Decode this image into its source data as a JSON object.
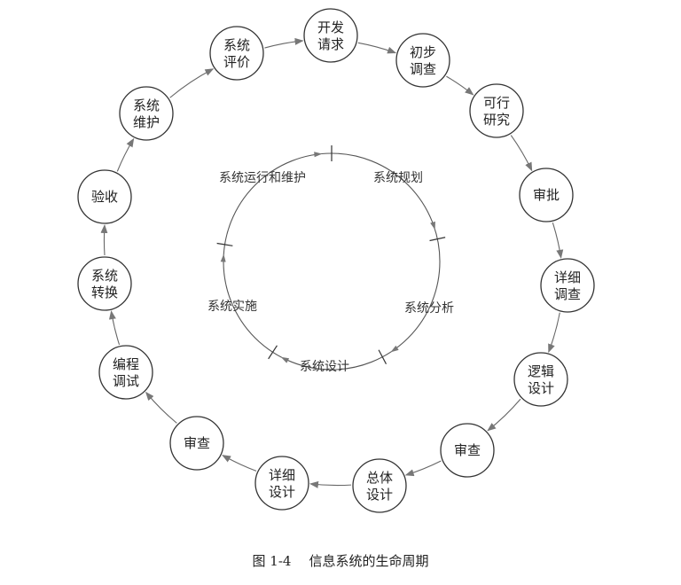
{
  "outer_cycle": [
    [
      "开发",
      "请求"
    ],
    [
      "初步",
      "调查"
    ],
    [
      "可行",
      "研究"
    ],
    [
      "审批"
    ],
    [
      "详细",
      "调查"
    ],
    [
      "逻辑",
      "设计"
    ],
    [
      "审查"
    ],
    [
      "总体",
      "设计"
    ],
    [
      "详细",
      "设计"
    ],
    [
      "审查"
    ],
    [
      "编程",
      "调试"
    ],
    [
      "系统",
      "转换"
    ],
    [
      "验收"
    ],
    [
      "系统",
      "维护"
    ],
    [
      "系统",
      "评价"
    ]
  ],
  "inner_cycle": {
    "planning": "系统规划",
    "analysis": "系统分析",
    "design": "系统设计",
    "implementation": "系统实施",
    "operation": "系统运行和维护"
  },
  "caption": {
    "figure_number": "图 1-4",
    "title": "信息系统的生命周期"
  },
  "colors": {
    "stroke": "#333333",
    "arrow": "#666666"
  }
}
